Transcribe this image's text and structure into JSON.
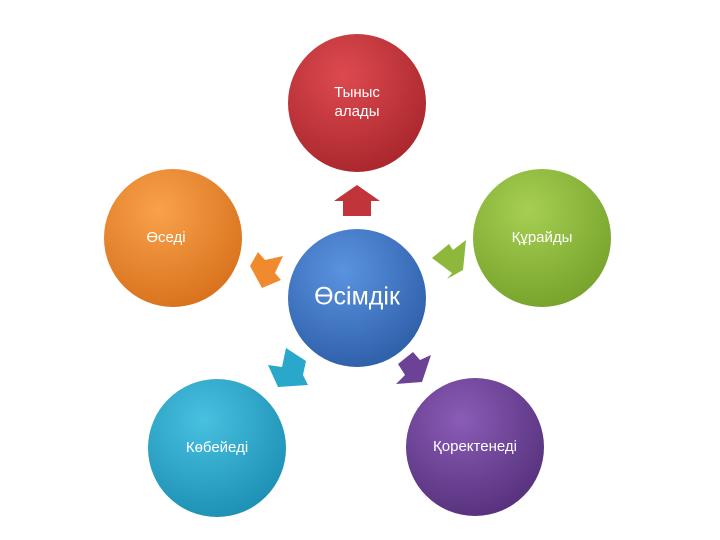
{
  "center": {
    "label": "Өсімдік",
    "color": "#3f74c4"
  },
  "nodes": [
    {
      "id": "top",
      "label_lines": [
        "Тыныс",
        "алады"
      ],
      "color": "#c0343a"
    },
    {
      "id": "right",
      "label_lines": [
        "Құрайды"
      ],
      "color": "#8db83c"
    },
    {
      "id": "bottom-right",
      "label_lines": [
        "Қоректенеді"
      ],
      "color": "#6c4296"
    },
    {
      "id": "bottom-left",
      "label_lines": [
        "Көбейеді"
      ],
      "color": "#2aa8cc"
    },
    {
      "id": "left",
      "label_lines": [
        "Өседі"
      ],
      "color": "#f08a2e"
    }
  ]
}
